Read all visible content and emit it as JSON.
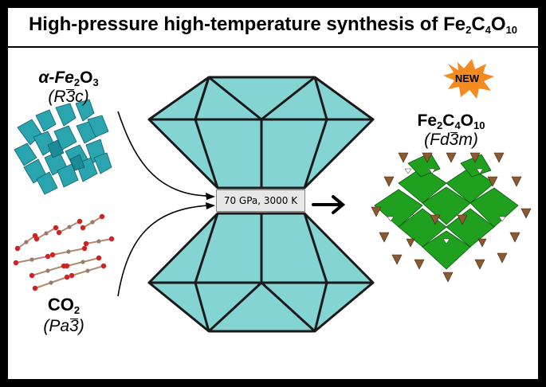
{
  "title": {
    "main": "High-pressure high-temperature synthesis of Fe",
    "s1": "2",
    "c": "C",
    "s2": "4",
    "o": "O",
    "s3": "10"
  },
  "reactant1": {
    "name_prefix": "α-Fe",
    "sub1": "2",
    "o": "O",
    "sub2": "3",
    "sg_open": "(",
    "sg_r": "R",
    "sg_bar": "3",
    "sg_rest": "c)"
  },
  "reactant2": {
    "name": "CO",
    "sub1": "2",
    "sg_open": "(",
    "sg_pa": "Pa",
    "sg_bar": "3",
    "sg_close": ")"
  },
  "product": {
    "fe": "Fe",
    "s1": "2",
    "c": "C",
    "s2": "4",
    "o": "O",
    "s3": "10",
    "sg_open": "(",
    "sg_f": "Fd",
    "sg_bar": "3",
    "sg_rest": "m)"
  },
  "conditions": "70 GPa, 3000 K",
  "badge": "NEW",
  "colors": {
    "anvil": "#84d4d4",
    "hematite": "#2aa5b0",
    "product_green": "#1fa01f",
    "product_brown": "#8a5a33",
    "badge": "#f58a1f"
  }
}
